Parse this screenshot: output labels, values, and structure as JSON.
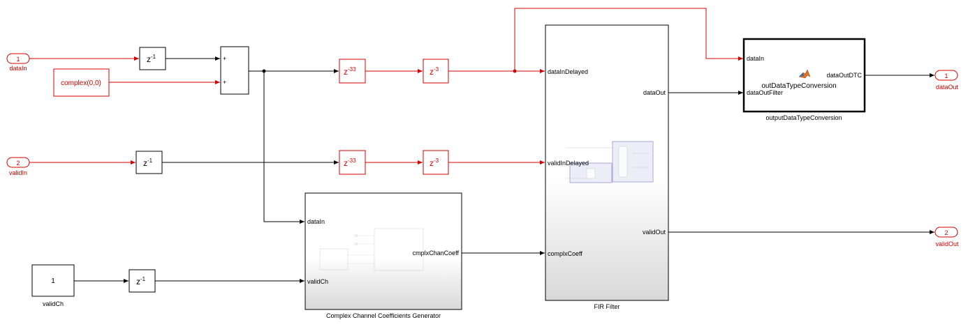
{
  "ports_in": [
    {
      "number": "1",
      "name": "dataIn"
    },
    {
      "number": "2",
      "name": "validIn"
    }
  ],
  "ports_out": [
    {
      "number": "1",
      "name": "dataOut"
    },
    {
      "number": "2",
      "name": "validOut"
    }
  ],
  "constant_block": {
    "value": "complex(0,0)"
  },
  "validch_block": {
    "value": "1",
    "name": "validCh"
  },
  "delay_blocks": {
    "z": "z",
    "exp_1": "-1",
    "exp_33": "-33",
    "exp_3": "-3"
  },
  "sum_block": {
    "sign1": "+",
    "sign2": "+"
  },
  "coeff_gen": {
    "name": "Complex Channel Coefficients Generator",
    "in_port_1": "dataIn",
    "in_port_2": "validCh",
    "out_port": "cmplxChanCoeff"
  },
  "fir_filter": {
    "name": "FIR Filter",
    "in_port_1": "dataInDelayed",
    "in_port_2": "validInDelayed",
    "in_port_3": "complxCoeff",
    "out_port_1": "dataOut",
    "out_port_2": "validOut"
  },
  "dtc_block": {
    "name": "outputDataTypeConversion",
    "title": "outDataTypeConversion",
    "in_port_1": "dataIn",
    "in_port_2": "dataOutFilter",
    "out_port": "dataOutDTC"
  },
  "colors": {
    "signal_red": "#d40000",
    "signal_black": "#000000",
    "block_border": "#000000",
    "label_red": "#cc0000"
  }
}
